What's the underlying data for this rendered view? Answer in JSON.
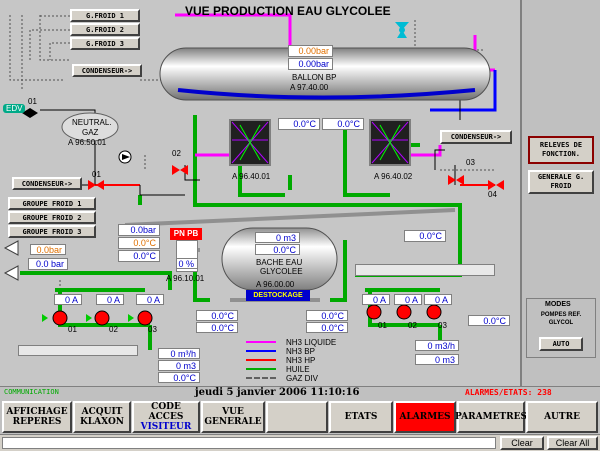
{
  "title": "VUE PRODUCTION EAU GLYCOLEE",
  "top_buttons": [
    "G.FROID 1",
    "G.FROID 2",
    "G.FROID 3"
  ],
  "condenseur_label": "CONDENSEUR->",
  "edv_label": "EDV",
  "ballon": {
    "reading1": "0.00bar",
    "reading2": "0.00bar",
    "name": "BALLON BP",
    "tag": "A 97.40.00"
  },
  "neutral": {
    "name_line1": "NEUTRAL.",
    "name_line2": "GAZ",
    "tag": "A 96.50.01"
  },
  "evaporators": [
    {
      "temp": "0.0°C",
      "tag": "A 96.40.01"
    },
    {
      "temp": "0.0°C",
      "tag": "A 96.40.02"
    }
  ],
  "valve_labels": {
    "v01": "01",
    "v02": "02",
    "v01b": "01",
    "v03": "03",
    "v04": "04"
  },
  "groupe_buttons": [
    "GROUPE FROID 1",
    "GROUPE FROID 2",
    "GROUPE FROID 3"
  ],
  "left_values": {
    "v1": "0.0bar",
    "v2": "0.0°C",
    "v3": "0.0°C",
    "small_orange": "0.0bar",
    "bar": "0.0 bar"
  },
  "pnpb": "PN PB",
  "pnpb_percent": "0 %",
  "pnpb_tag": "A 96.10.01",
  "bache": {
    "val1": "0 m3",
    "val2": "0.0°C",
    "name_line1": "BACHE EAU",
    "name_line2": "GLYCOLEE",
    "tag": "A 96.00.00",
    "destockage": "DESTOCKAGE"
  },
  "right_temp": "0.0°C",
  "pumps_left": [
    {
      "amp": "0 A",
      "id": "01"
    },
    {
      "amp": "0 A",
      "id": "02"
    },
    {
      "amp": "0 A",
      "id": "03"
    }
  ],
  "pumps_right": [
    {
      "amp": "0 A",
      "id": "01"
    },
    {
      "amp": "0 A",
      "id": "02"
    },
    {
      "amp": "0 A",
      "id": "03"
    }
  ],
  "mid_temps": [
    "0.0°C",
    "0.0°C",
    "0.0°C",
    "0.0°C"
  ],
  "flow_left": {
    "flow": "0 m³/h",
    "vol": "0 m3",
    "temp": "0.0°C"
  },
  "flow_right": {
    "flow": "0 m3/h",
    "vol": "0 m3"
  },
  "right_temp2": "0.0°C",
  "legend": [
    {
      "label": "NH3 LIQUIDE",
      "color": "#ff00ff"
    },
    {
      "label": "NH3 BP",
      "color": "#0000ff"
    },
    {
      "label": "NH3 HP",
      "color": "#ff0000"
    },
    {
      "label": "HUILE",
      "color": "#00aa00"
    },
    {
      "label": "GAZ DIV",
      "color": "#606060"
    }
  ],
  "right_panel": {
    "releves": "RELEVES DE FONCTION.",
    "generale": "GENERALE G. FROID",
    "modes_title": "MODES",
    "modes_sub": "POMPES REF. GLYCOL",
    "auto": "AUTO"
  },
  "status": {
    "communication": "COMMUNICATION",
    "datetime": "jeudi 5 janvier 2006     11:10:16",
    "alarms": "ALARMES/ETATS: 238"
  },
  "toolbar": {
    "b1a": "AFFICHAGE",
    "b1b": "REPERES",
    "b2a": "ACQUIT",
    "b2b": "KLAXON",
    "b3a": "CODE",
    "b3b": "ACCES",
    "b3c": "VISITEUR",
    "b4a": "VUE",
    "b4b": "GENERALE",
    "b5": "ETATS",
    "b6": "ALARMES",
    "b7": "PARAMETRES",
    "b8": "AUTRE"
  },
  "bottom": {
    "clear": "Clear",
    "clear_all": "Clear All"
  },
  "colors": {
    "alarm_red": "#ff0000",
    "pipe_green": "#00aa00",
    "nh3_bp": "#0000ff",
    "nh3_liquide": "#ff00ff"
  }
}
